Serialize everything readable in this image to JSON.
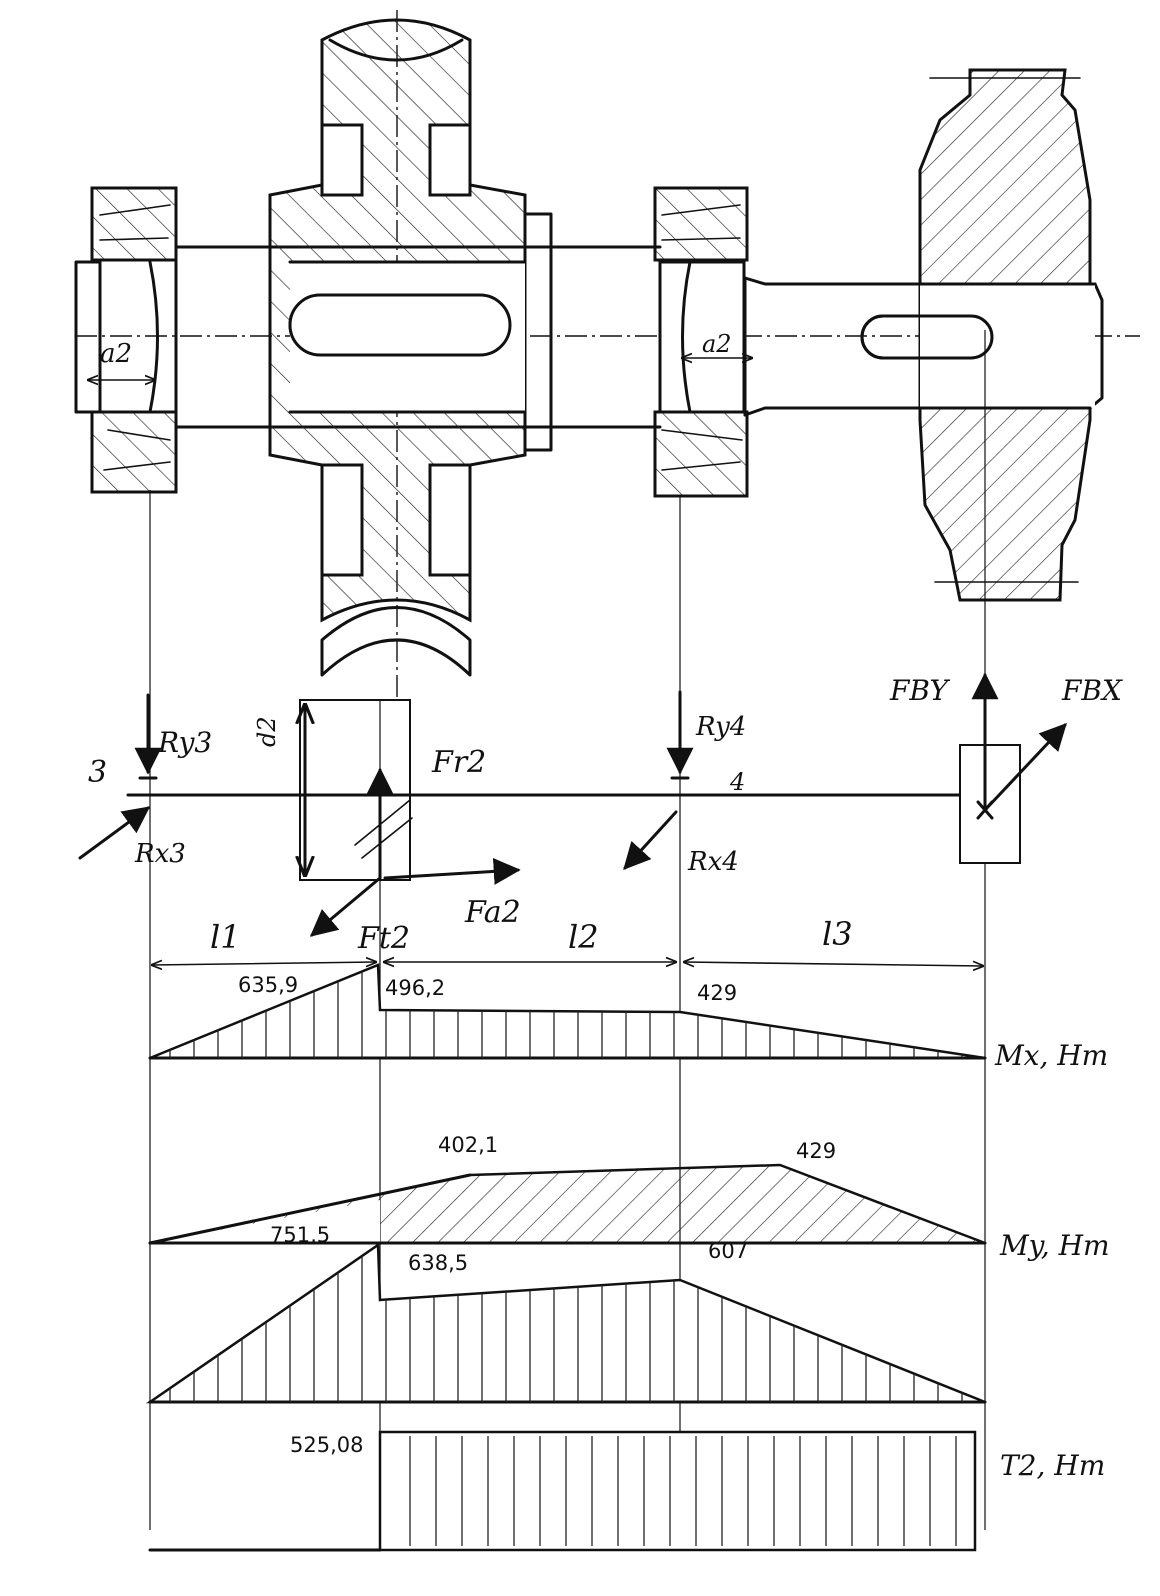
{
  "labels": {
    "support_left": "3",
    "support_right": "4",
    "ry3": "Ry3",
    "ry4": "Ry4",
    "rx3": "Rx3",
    "rx4": "Rx4",
    "fr2": "Fr2",
    "ft2": "Ft2",
    "fa2": "Fa2",
    "fby": "FBY",
    "fbx": "FBX",
    "d2": "d2",
    "a2_left": "a2",
    "a2_right": "a2",
    "l1": "l1",
    "l2": "l2",
    "l3": "l3"
  },
  "diagrams": {
    "mx": {
      "label": "Mx, Hm",
      "values": [
        "635,9",
        "496,2",
        "429"
      ]
    },
    "my": {
      "label": "My, Hm",
      "values": [
        "402,1",
        "429"
      ]
    },
    "msum": {
      "values": [
        "751,5",
        "638,5",
        "607"
      ]
    },
    "t2": {
      "label": "T2, Hm",
      "values": [
        "525,08"
      ]
    }
  },
  "colors": {
    "ink": "#111111",
    "paper": "#ffffff"
  }
}
